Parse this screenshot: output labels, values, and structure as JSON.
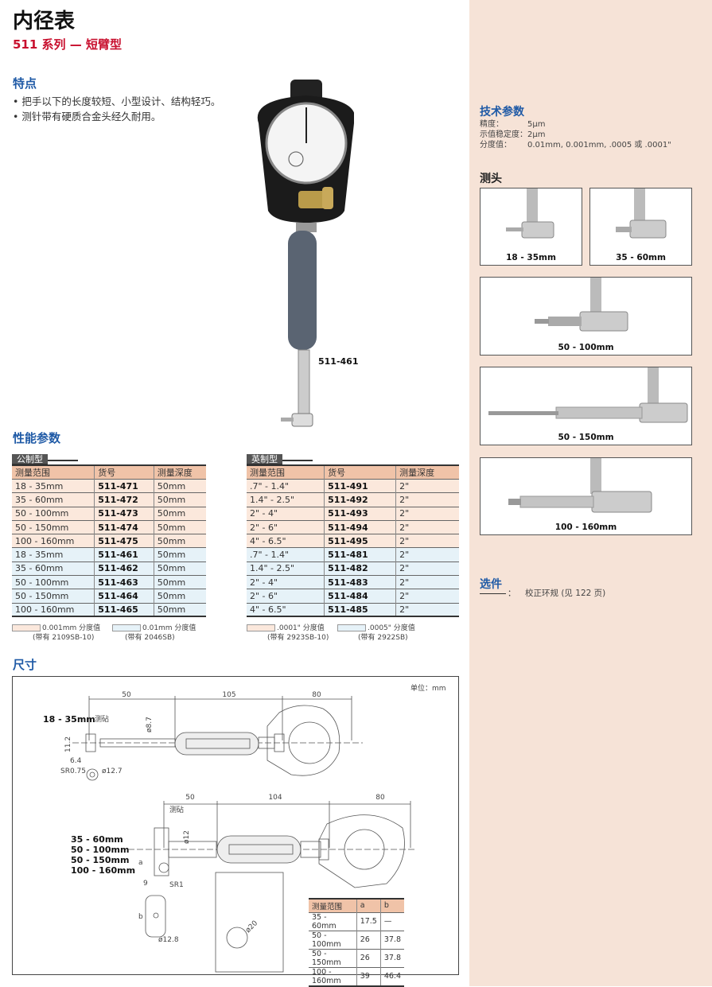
{
  "header": {
    "title": "内径表",
    "subtitle": "511 系列 — 短臂型"
  },
  "features": {
    "heading": "特点",
    "items": [
      "把手以下的长度较短、小型设计、结构轻巧。",
      "测针带有硬质合金头经久耐用。"
    ]
  },
  "product_photo": {
    "label": "511-461"
  },
  "specs": {
    "heading": "性能参数",
    "metric": {
      "tag": "公制型",
      "headers": [
        "测量范围",
        "货号",
        "测量深度"
      ],
      "rows": [
        [
          "18 - 35mm",
          "511-471",
          "50mm",
          "o"
        ],
        [
          "35 - 60mm",
          "511-472",
          "50mm",
          "o"
        ],
        [
          "50 - 100mm",
          "511-473",
          "50mm",
          "o"
        ],
        [
          "50 - 150mm",
          "511-474",
          "50mm",
          "o"
        ],
        [
          "100 - 160mm",
          "511-475",
          "50mm",
          "o"
        ],
        [
          "18 - 35mm",
          "511-461",
          "50mm",
          "bl"
        ],
        [
          "35 - 60mm",
          "511-462",
          "50mm",
          "bl"
        ],
        [
          "50 - 100mm",
          "511-463",
          "50mm",
          "bl"
        ],
        [
          "50 - 150mm",
          "511-464",
          "50mm",
          "bl"
        ],
        [
          "100 - 160mm",
          "511-465",
          "50mm",
          "bl"
        ]
      ],
      "legend": [
        {
          "text": "0.001mm 分度值",
          "note": "(带有 2109SB-10)",
          "color": "#fbe8dc"
        },
        {
          "text": "0.01mm 分度值",
          "note": "(带有 2046SB)",
          "color": "#e6f2f8"
        }
      ]
    },
    "imperial": {
      "tag": "英制型",
      "headers": [
        "测量范围",
        "货号",
        "测量深度"
      ],
      "rows": [
        [
          ".7\" - 1.4\"",
          "511-491",
          "2\"",
          "o"
        ],
        [
          "1.4\" - 2.5\"",
          "511-492",
          "2\"",
          "o"
        ],
        [
          "2\" - 4\"",
          "511-493",
          "2\"",
          "o"
        ],
        [
          "2\" - 6\"",
          "511-494",
          "2\"",
          "o"
        ],
        [
          "4\" - 6.5\"",
          "511-495",
          "2\"",
          "o"
        ],
        [
          ".7\" - 1.4\"",
          "511-481",
          "2\"",
          "bl"
        ],
        [
          "1.4\" - 2.5\"",
          "511-482",
          "2\"",
          "bl"
        ],
        [
          "2\" - 4\"",
          "511-483",
          "2\"",
          "bl"
        ],
        [
          "2\" - 6\"",
          "511-484",
          "2\"",
          "bl"
        ],
        [
          "4\" - 6.5\"",
          "511-485",
          "2\"",
          "bl"
        ]
      ],
      "legend": [
        {
          "text": ".0001\" 分度值",
          "note": "(带有 2923SB-10)",
          "color": "#fbe8dc"
        },
        {
          "text": ".0005\" 分度值",
          "note": "(带有 2922SB)",
          "color": "#e6f2f8"
        }
      ]
    }
  },
  "dimensions": {
    "heading": "尺寸",
    "unit": "单位：mm",
    "top": {
      "range": "18 - 35mm",
      "d1": "50",
      "d2": "105",
      "d3": "80",
      "anvil": "测砧",
      "dia": "ø8.7",
      "h": "11.2",
      "w": "6.4",
      "sr": "SR0.75",
      "tip": "ø12.7"
    },
    "bottom": {
      "ranges": [
        "35 - 60mm",
        "50 - 100mm",
        "50 - 150mm",
        "100 - 160mm"
      ],
      "d1": "50",
      "d2": "104",
      "d3": "80",
      "anvil": "测砧",
      "dia": "ø12",
      "a": "a",
      "b": "b",
      "w": "9",
      "sr": "SR1",
      "tip": "ø12.8",
      "inset": "ø20"
    },
    "ab_table": {
      "headers": [
        "测量范围",
        "a",
        "b"
      ],
      "rows": [
        [
          "35 - 60mm",
          "17.5",
          "—"
        ],
        [
          "50 - 100mm",
          "26",
          "37.8"
        ],
        [
          "50 - 150mm",
          "26",
          "37.8"
        ],
        [
          "100 - 160mm",
          "39",
          "46.4"
        ]
      ]
    }
  },
  "sidebar": {
    "tech": {
      "heading": "技术参数",
      "rows": [
        [
          "精度：",
          "5μm"
        ],
        [
          "示值稳定度：",
          "2μm"
        ],
        [
          "分度值：",
          "0.01mm, 0.001mm, .0005 或 .0001\""
        ]
      ]
    },
    "probes": {
      "heading": "测头",
      "items": [
        "18 - 35mm",
        "35 - 60mm",
        "50 - 100mm",
        "50 - 150mm",
        "100 - 160mm"
      ]
    },
    "options": {
      "heading": "选件",
      "sep": "：",
      "items": [
        "校正环规 (见 122 页)"
      ]
    }
  }
}
